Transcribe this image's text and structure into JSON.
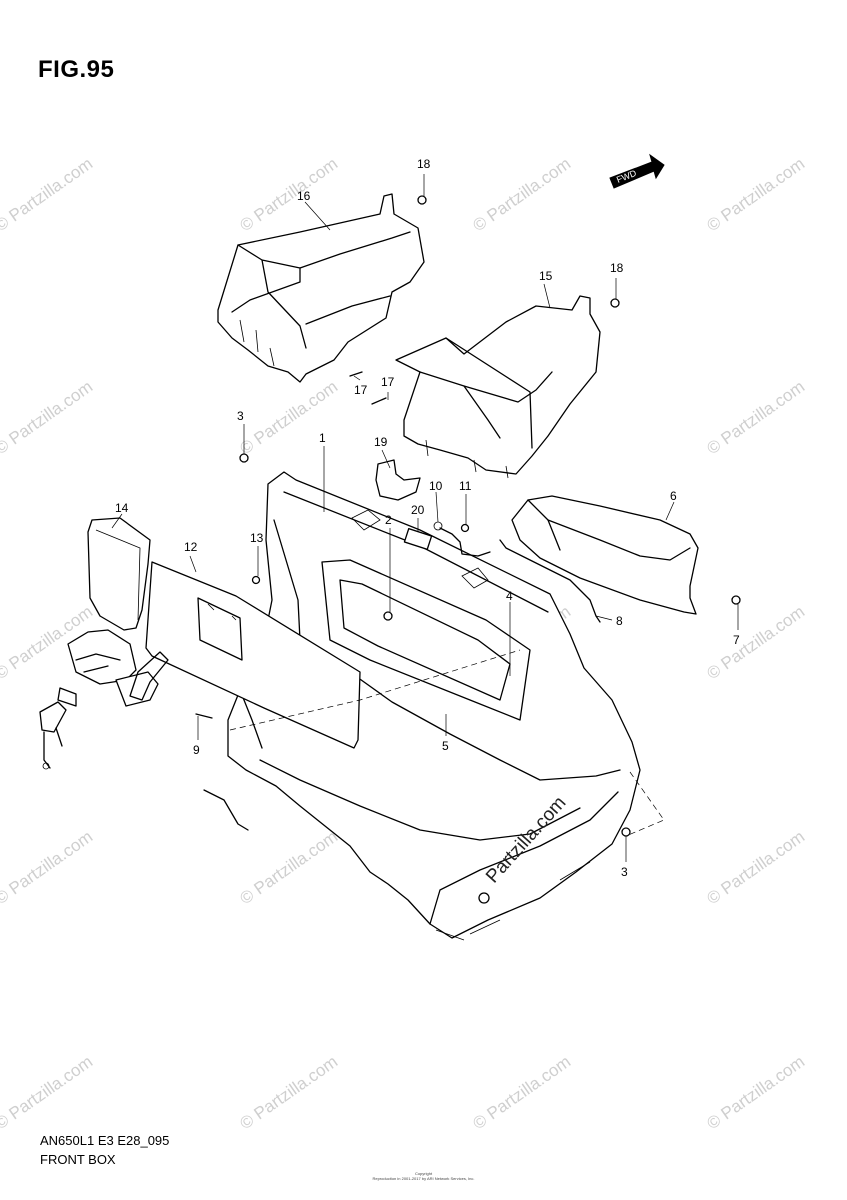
{
  "figure": {
    "title": "FIG.95",
    "code": "AN650L1 E3 E28_095",
    "caption": "FRONT BOX",
    "direction_mark": "FWD"
  },
  "watermark": {
    "text": "© Partzilla.com",
    "overlay_text": "Partzilla.com"
  },
  "copyright": {
    "line1": "Copyright",
    "line2": "Reproduction in 2001-2017 by ARI Network Services, Inc."
  },
  "parts": {
    "p1": "1",
    "p2": "2",
    "p3a": "3",
    "p3b": "3",
    "p4": "4",
    "p5": "5",
    "p6": "6",
    "p7": "7",
    "p8": "8",
    "p9": "9",
    "p10": "10",
    "p11": "11",
    "p12": "12",
    "p13": "13",
    "p14": "14",
    "p15": "15",
    "p16": "16",
    "p17a": "17",
    "p17b": "17",
    "p18a": "18",
    "p18b": "18",
    "p19": "19",
    "p20": "20"
  },
  "colors": {
    "line": "#000000",
    "watermark": "#cfcfcf",
    "background": "#ffffff"
  }
}
